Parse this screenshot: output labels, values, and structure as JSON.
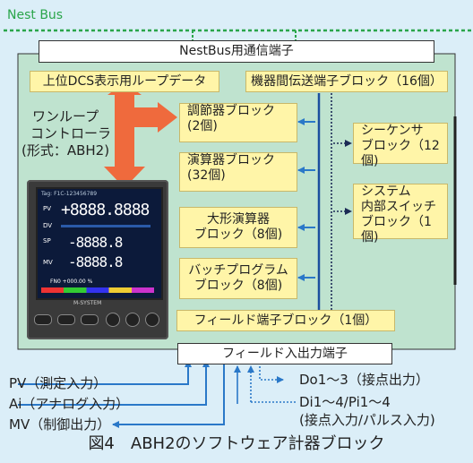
{
  "bus_label": "Nest Bus",
  "nestbus_terminal": "NestBus用通信端子",
  "dcs_loop_data": "上位DCS表示用ループデータ",
  "inter_device_block": "機器間伝送端子ブロック（16個）",
  "controller": {
    "lines": [
      "ワンループ",
      "コントローラ",
      "(形式：ABH2)"
    ]
  },
  "blocks": {
    "regulator": [
      "調節器ブロック",
      "(2個)"
    ],
    "calculator": [
      "演算器ブロック",
      "(32個)"
    ],
    "large_calculator": [
      "大形演算器",
      "ブロック（8個)"
    ],
    "batch_program": [
      "バッチプログラム",
      "ブロック（8個)"
    ],
    "sequencer": [
      "シーケンサ",
      "ブロック（12個)"
    ],
    "system_switch": [
      "システム",
      "内部スイッチ",
      "ブロック（1個)"
    ]
  },
  "field_terminal_block": "フィールド端子ブロック（1個）",
  "field_io_terminal": "フィールド入出力端子",
  "inputs": {
    "pv": "PV（測定入力）",
    "ai": "Ai（アナログ入力）",
    "mv": "MV（制御出力）"
  },
  "outputs": {
    "do": "Do1～3（接点出力）",
    "di_line1": "Di1～4/Pi1～4",
    "di_line2": "(接点入力/パルス入力)"
  },
  "device_display": {
    "tag": "Tag: F1C-123456789",
    "pv_label": "PV",
    "pv_value": "+8888.8888",
    "dv_label": "DV",
    "sp_label": "SP",
    "sp_value": "-8888.8",
    "mv_label": "MV",
    "mv_value": "-8888.8",
    "bottom_line": "FN0 +000.00 %",
    "brand": "M-SYSTEM"
  },
  "caption": "図4　ABH2のソフトウェア計器ブロック",
  "colors": {
    "bus_dotted": "#2aa54a",
    "frame_bg": "#bfe3cf",
    "block_yellow": "#fff5a8",
    "arrow_blue": "#2a78c8",
    "bus_line_blue": "#1b4e9e",
    "red_arrow": "#ef6a3d"
  }
}
